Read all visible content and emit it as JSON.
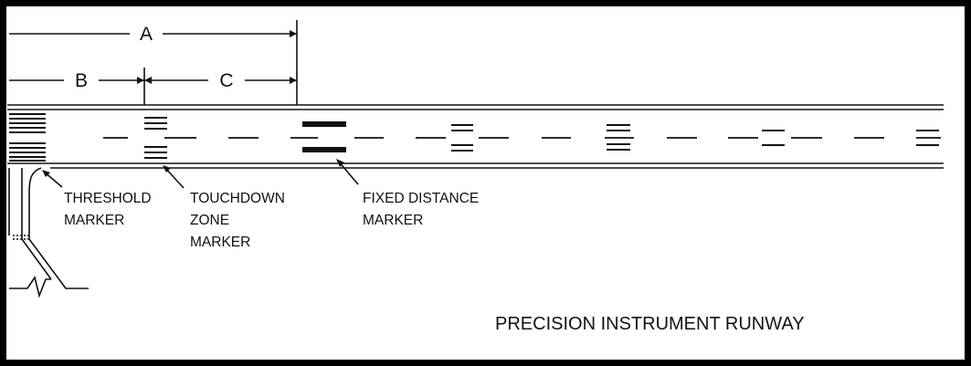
{
  "dimensions": {
    "a_label": "A",
    "b_label": "B",
    "c_label": "C"
  },
  "callouts": {
    "threshold": [
      "THRESHOLD",
      "MARKER"
    ],
    "touchdown": [
      "TOUCHDOWN",
      "ZONE",
      "MARKER"
    ],
    "fixed_distance": [
      "FIXED DISTANCE",
      "MARKER"
    ]
  },
  "title": "PRECISION INSTRUMENT RUNWAY",
  "colors": {
    "line": "#111111",
    "background": "#ffffff"
  }
}
